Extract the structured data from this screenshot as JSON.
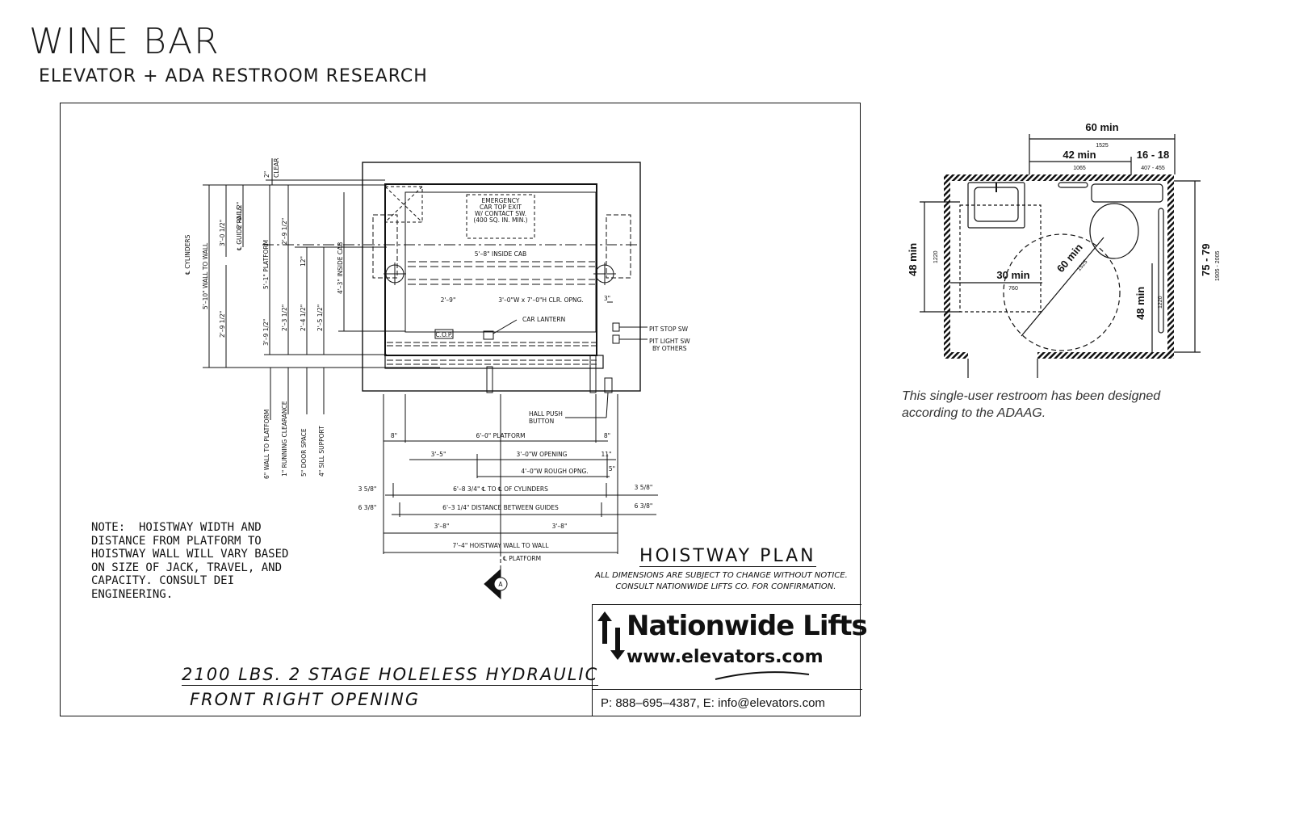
{
  "header": {
    "title": "WINE BAR",
    "subtitle": "ELEVATOR + ADA RESTROOM RESEARCH"
  },
  "hoistway": {
    "note": "NOTE:  HOISTWAY WIDTH AND\nDISTANCE FROM PLATFORM TO\nHOISTWAY WALL WILL VARY BASED\nON SIZE OF JACK, TRAVEL, AND\nCAPACITY. CONSULT DEI\nENGINEERING.",
    "model_line1": "2100 LBS. 2 STAGE HOLELESS HYDRAULIC",
    "model_line2": "FRONT RIGHT OPENING",
    "plan_title": "HOISTWAY  PLAN",
    "disclaimer": "ALL DIMENSIONS ARE SUBJECT TO CHANGE WITHOUT NOTICE.\n        CONSULT NATIONWIDE LIFTS CO. FOR CONFIRMATION.",
    "brand": "Nationwide Lifts",
    "website": "www.elevators.com",
    "contact": "P:  888–695–4387,  E:  info@elevators.com",
    "section_marker": "A",
    "labels": {
      "emergency": [
        "EMERGENCY",
        "CAR TOP EXIT",
        "W/ CONTACT SW.",
        "(400 SQ. IN. MIN.)"
      ],
      "inside_cab": "5'–8\" INSIDE CAB",
      "dim_2_9": "2'–9\"",
      "clear_opening": "3'–0\"W x 7'–0\"H CLR. OPNG.",
      "dim_3": "3\"",
      "car_lantern": "CAR LANTERN",
      "cop": "C.O.P.",
      "pit_stop": "PIT STOP SW",
      "pit_light": "PIT LIGHT SW",
      "by_others": "BY OTHERS",
      "hall_push": "HALL PUSH",
      "button": "BUTTON",
      "dim_8_left": "8\"",
      "platform_6_0": "6'–0\" PLATFORM",
      "dim_8_right": "8\"",
      "dim_3_5": "3'–5\"",
      "opening_3_0": "3'–0\"W OPENING",
      "dim_11": "11\"",
      "rough_opng": "4'–0\"W ROUGH OPNG.",
      "dim_5": "5\"",
      "dim_3_5_8_left": "3 5/8\"",
      "cl_cylinders": "6'–8 3/4\" ℄ TO ℄ OF CYLINDERS",
      "dim_3_5_8_right": "3 5/8\"",
      "dim_6_3_8_left": "6 3/8\"",
      "between_guides": "6'–3 1/4\" DISTANCE BETWEEN GUIDES",
      "dim_6_3_8_right": "6 3/8\"",
      "dim_3_8_left": "3'–8\"",
      "dim_3_8_right": "3'–8\"",
      "wall_to_wall": "7'–4\" HOISTWAY WALL TO WALL",
      "cl_platform": "℄ PLATFORM",
      "v_clear_2": "2\"",
      "v_clear": "CLEAR",
      "v_cylinders": "℄ CYLINDERS",
      "v_5_10": "5'–10\" WALL TO WALL",
      "v_3_0_5": "3'–0 1/2\"",
      "v_2_9_5": "2'–9 1/2\"",
      "v_guide_rails": "℄ GUIDE RAILS",
      "v_2_0_5": "2'–0 1/2\"",
      "v_5_1_platform": "5'–1\" PLATFORM",
      "v_3_9_5": "3'–9 1/2\"",
      "v_2_9_5b": "2'–9 1/2\"",
      "v_2_3_5": "2'–3 1/2\"",
      "v_12": "12\"",
      "v_2_4_5": "2'–4 1/2\"",
      "v_2_5_5": "2'–5 1/2\"",
      "v_4_3_cab": "4'–3\" INSIDE CAB",
      "v_6_wall": "6\" WALL TO PLATFORM",
      "v_1_running": "1\" RUNNING CLEARANCE",
      "v_5_door": "5\" DOOR SPACE",
      "v_4_sill": "4\" SILL SUPPORT"
    }
  },
  "ada": {
    "dims": {
      "w60": "60 min",
      "w60_mm": "1525",
      "w42": "42 min",
      "w42_mm": "1065",
      "w16": "16 - 18",
      "w16_mm": "407 - 455",
      "h48": "48 min",
      "h48_mm": "1220",
      "d30": "30 min",
      "d30_mm": "760",
      "r60": "60 min",
      "r60_mm": "1525",
      "h48b": "48 min",
      "h48b_mm": "1220",
      "h75": "75 - 79",
      "h75_mm": "1905 - 2005"
    },
    "caption": "This single-user restroom has been designed\naccording to the ADAAG."
  }
}
